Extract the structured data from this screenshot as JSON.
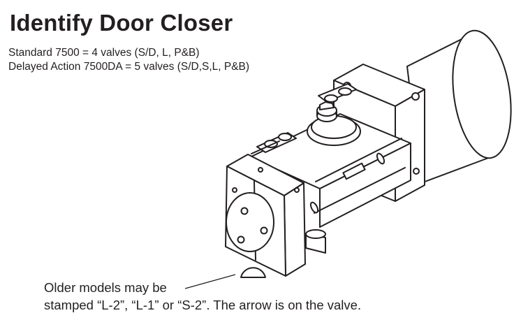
{
  "heading": "Identify Door Closer",
  "specs": [
    "Standard 7500 = 4 valves (S/D, L, P&B)",
    "Delayed Action 7500DA = 5 valves (S/D,S,L, P&B)"
  ],
  "callout": {
    "line1": "Older models may be",
    "line2": "stamped “L-2”, “L-1” or “S-2”. The arrow is on the valve."
  },
  "colors": {
    "ink": "#231f20",
    "background": "#ffffff"
  },
  "icons": [
    "door-closer-illustration",
    "callout-leader-line"
  ]
}
